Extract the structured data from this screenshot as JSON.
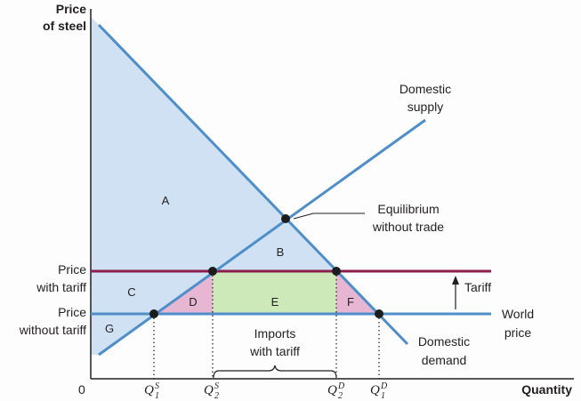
{
  "axes": {
    "y_label_line1": "Price",
    "y_label_line2": "of steel",
    "x_label": "Quantity",
    "origin": "0"
  },
  "price_labels": {
    "tariff_line1": "Price",
    "tariff_line2": "with tariff",
    "world_line1": "Price",
    "world_line2": "without tariff"
  },
  "curves": {
    "supply_line1": "Domestic",
    "supply_line2": "supply",
    "demand_line1": "Domestic",
    "demand_line2": "demand",
    "world_line1": "World",
    "world_line2": "price"
  },
  "annotations": {
    "equilibrium_line1": "Equilibrium",
    "equilibrium_line2": "without trade",
    "tariff": "Tariff",
    "imports_line1": "Imports",
    "imports_line2": "with tariff"
  },
  "regions": {
    "A": "A",
    "B": "B",
    "C": "C",
    "D": "D",
    "E": "E",
    "F": "F",
    "G": "G"
  },
  "quantity_ticks": [
    {
      "base": "Q",
      "sup": "S",
      "sub": "1"
    },
    {
      "base": "Q",
      "sup": "S",
      "sub": "2"
    },
    {
      "base": "Q",
      "sup": "D",
      "sub": "2"
    },
    {
      "base": "Q",
      "sup": "D",
      "sub": "1"
    }
  ],
  "colors": {
    "curve_blue": "#4f8fc9",
    "tariff_line": "#8b1e4a",
    "consumer_surplus": "#cfe1f3",
    "deadweight_pink": "#e6b6d2",
    "revenue_green": "#cde9b9",
    "axis": "#231f20"
  }
}
